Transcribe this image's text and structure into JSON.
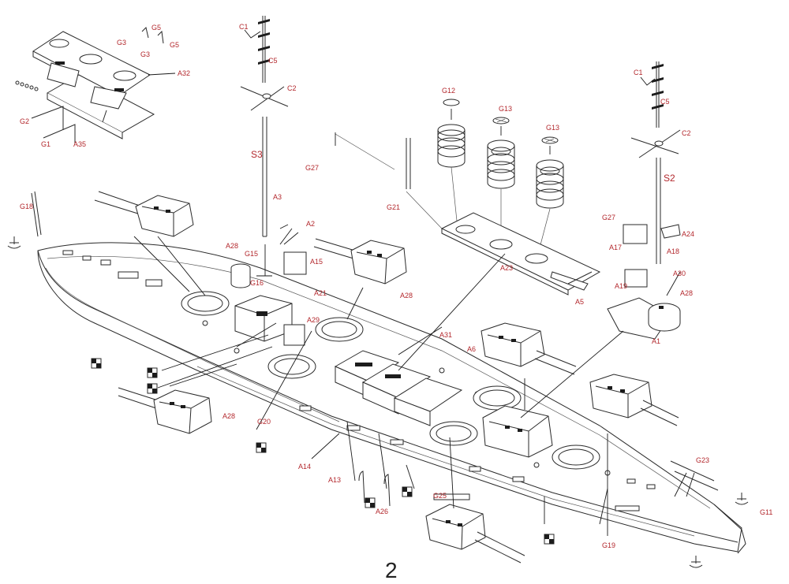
{
  "step_number": "2",
  "colors": {
    "label": "#b3282d",
    "line": "#2a2a2a"
  },
  "labels": [
    {
      "id": "lbl-g5-a",
      "text": "G5"
    },
    {
      "id": "lbl-g3-a",
      "text": "G3"
    },
    {
      "id": "lbl-g5-b",
      "text": "G5"
    },
    {
      "id": "lbl-g3-b",
      "text": "G3"
    },
    {
      "id": "lbl-a32",
      "text": "A32"
    },
    {
      "id": "lbl-g2",
      "text": "G2"
    },
    {
      "id": "lbl-g1",
      "text": "G1"
    },
    {
      "id": "lbl-a35",
      "text": "A35"
    },
    {
      "id": "lbl-c1-fwd",
      "text": "C1"
    },
    {
      "id": "lbl-c5-fwd",
      "text": "C5"
    },
    {
      "id": "lbl-c2-fwd",
      "text": "C2"
    },
    {
      "id": "lbl-s3",
      "text": "S3"
    },
    {
      "id": "lbl-g27-fwd",
      "text": "G27"
    },
    {
      "id": "lbl-a3",
      "text": "A3"
    },
    {
      "id": "lbl-a2",
      "text": "A2"
    },
    {
      "id": "lbl-a28-1",
      "text": "A28"
    },
    {
      "id": "lbl-g15",
      "text": "G15"
    },
    {
      "id": "lbl-a15",
      "text": "A15"
    },
    {
      "id": "lbl-g16",
      "text": "G16"
    },
    {
      "id": "lbl-a21",
      "text": "A21"
    },
    {
      "id": "lbl-a28-2",
      "text": "A28"
    },
    {
      "id": "lbl-a29",
      "text": "A29"
    },
    {
      "id": "lbl-g18",
      "text": "G18"
    },
    {
      "id": "lbl-g12",
      "text": "G12"
    },
    {
      "id": "lbl-g13-a",
      "text": "G13"
    },
    {
      "id": "lbl-g13-b",
      "text": "G13"
    },
    {
      "id": "lbl-g21",
      "text": "G21"
    },
    {
      "id": "lbl-a23",
      "text": "A23"
    },
    {
      "id": "lbl-a5",
      "text": "A5"
    },
    {
      "id": "lbl-c1-aft",
      "text": "C1"
    },
    {
      "id": "lbl-c5-aft",
      "text": "C5"
    },
    {
      "id": "lbl-c2-aft",
      "text": "C2"
    },
    {
      "id": "lbl-s2",
      "text": "S2"
    },
    {
      "id": "lbl-g27-aft",
      "text": "G27"
    },
    {
      "id": "lbl-a24",
      "text": "A24"
    },
    {
      "id": "lbl-a17",
      "text": "A17"
    },
    {
      "id": "lbl-a18",
      "text": "A18"
    },
    {
      "id": "lbl-a30",
      "text": "A30"
    },
    {
      "id": "lbl-a19",
      "text": "A19"
    },
    {
      "id": "lbl-a28-3",
      "text": "A28"
    },
    {
      "id": "lbl-a1",
      "text": "A1"
    },
    {
      "id": "lbl-a31",
      "text": "A31"
    },
    {
      "id": "lbl-a6",
      "text": "A6"
    },
    {
      "id": "lbl-a28-4",
      "text": "A28"
    },
    {
      "id": "lbl-g20",
      "text": "G20"
    },
    {
      "id": "lbl-a14",
      "text": "A14"
    },
    {
      "id": "lbl-a13",
      "text": "A13"
    },
    {
      "id": "lbl-a26",
      "text": "A26"
    },
    {
      "id": "lbl-g25",
      "text": "G25"
    },
    {
      "id": "lbl-g23",
      "text": "G23"
    },
    {
      "id": "lbl-g11",
      "text": "G11"
    },
    {
      "id": "lbl-g19",
      "text": "G19"
    }
  ]
}
